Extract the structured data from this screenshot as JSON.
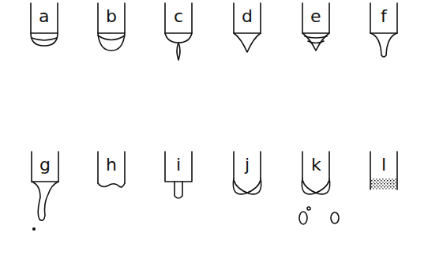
{
  "diagram": {
    "labels": [
      "a",
      "b",
      "c",
      "d",
      "e",
      "f",
      "g",
      "h",
      "i",
      "j",
      "k",
      "l"
    ]
  }
}
